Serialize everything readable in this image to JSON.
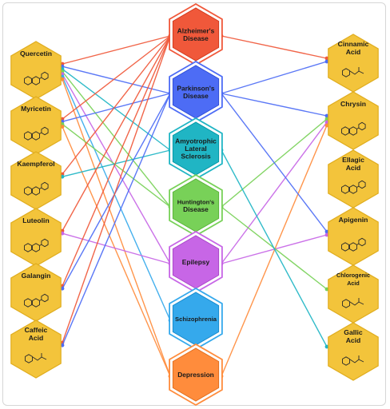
{
  "compounds_left": [
    {
      "id": "quercetin",
      "lines": [
        "Quercetin"
      ]
    },
    {
      "id": "myricetin",
      "lines": [
        "Myricetin"
      ]
    },
    {
      "id": "kaempferol",
      "lines": [
        "Kaempferol"
      ]
    },
    {
      "id": "luteolin",
      "lines": [
        "Luteolin"
      ]
    },
    {
      "id": "galangin",
      "lines": [
        "Galangin"
      ]
    },
    {
      "id": "caffeic",
      "lines": [
        "Caffeic",
        "Acid"
      ]
    }
  ],
  "compounds_right": [
    {
      "id": "cinnamic",
      "lines": [
        "Cinnamic",
        "Acid"
      ]
    },
    {
      "id": "chrysin",
      "lines": [
        "Chrysin"
      ]
    },
    {
      "id": "ellagic",
      "lines": [
        "Ellagic",
        "Acid"
      ]
    },
    {
      "id": "apigenin",
      "lines": [
        "Apigenin"
      ]
    },
    {
      "id": "chlorogenic",
      "lines": [
        "Chlorogenic",
        "Acid"
      ]
    },
    {
      "id": "gallic",
      "lines": [
        "Gallic",
        "Acid"
      ]
    }
  ],
  "diseases": [
    {
      "id": "alzheimers",
      "lines": [
        "Alzheimer's",
        "Disease"
      ],
      "color": "#f0583a"
    },
    {
      "id": "parkinsons",
      "lines": [
        "Parkinson's",
        "Disease"
      ],
      "color": "#4d6cf5"
    },
    {
      "id": "als",
      "lines": [
        "Amyotrophic",
        "Lateral",
        "Sclerosis"
      ],
      "color": "#20b5c4"
    },
    {
      "id": "huntingtons",
      "lines": [
        "Huntington's",
        "Disease"
      ],
      "color": "#78d158"
    },
    {
      "id": "epilepsy",
      "lines": [
        "Epilepsy"
      ],
      "color": "#c766e6"
    },
    {
      "id": "schizophrenia",
      "lines": [
        "Schizophrenia"
      ],
      "color": "#35a9ec"
    },
    {
      "id": "depression",
      "lines": [
        "Depression"
      ],
      "color": "#ff8c3c"
    }
  ],
  "colors": {
    "compound_fill": "#f3c43b",
    "compound_stroke": "#e0ad1f",
    "frame": "#d6d6d6"
  },
  "edges": [
    {
      "from": "quercetin",
      "to": "alzheimers"
    },
    {
      "from": "quercetin",
      "to": "parkinsons"
    },
    {
      "from": "quercetin",
      "to": "als"
    },
    {
      "from": "quercetin",
      "to": "huntingtons"
    },
    {
      "from": "quercetin",
      "to": "epilepsy"
    },
    {
      "from": "quercetin",
      "to": "schizophrenia"
    },
    {
      "from": "quercetin",
      "to": "depression"
    },
    {
      "from": "myricetin",
      "to": "alzheimers"
    },
    {
      "from": "myricetin",
      "to": "parkinsons"
    },
    {
      "from": "myricetin",
      "to": "huntingtons"
    },
    {
      "from": "myricetin",
      "to": "depression"
    },
    {
      "from": "kaempferol",
      "to": "alzheimers"
    },
    {
      "from": "kaempferol",
      "to": "als"
    },
    {
      "from": "luteolin",
      "to": "alzheimers"
    },
    {
      "from": "luteolin",
      "to": "epilepsy"
    },
    {
      "from": "galangin",
      "to": "alzheimers"
    },
    {
      "from": "galangin",
      "to": "parkinsons"
    },
    {
      "from": "caffeic",
      "to": "alzheimers"
    },
    {
      "from": "caffeic",
      "to": "parkinsons"
    },
    {
      "from": "cinnamic",
      "to": "alzheimers"
    },
    {
      "from": "cinnamic",
      "to": "parkinsons"
    },
    {
      "from": "chrysin",
      "to": "parkinsons"
    },
    {
      "from": "chrysin",
      "to": "huntingtons"
    },
    {
      "from": "chrysin",
      "to": "epilepsy"
    },
    {
      "from": "chrysin",
      "to": "depression"
    },
    {
      "from": "apigenin",
      "to": "parkinsons"
    },
    {
      "from": "apigenin",
      "to": "epilepsy"
    },
    {
      "from": "chlorogenic",
      "to": "huntingtons"
    },
    {
      "from": "gallic",
      "to": "als"
    }
  ]
}
